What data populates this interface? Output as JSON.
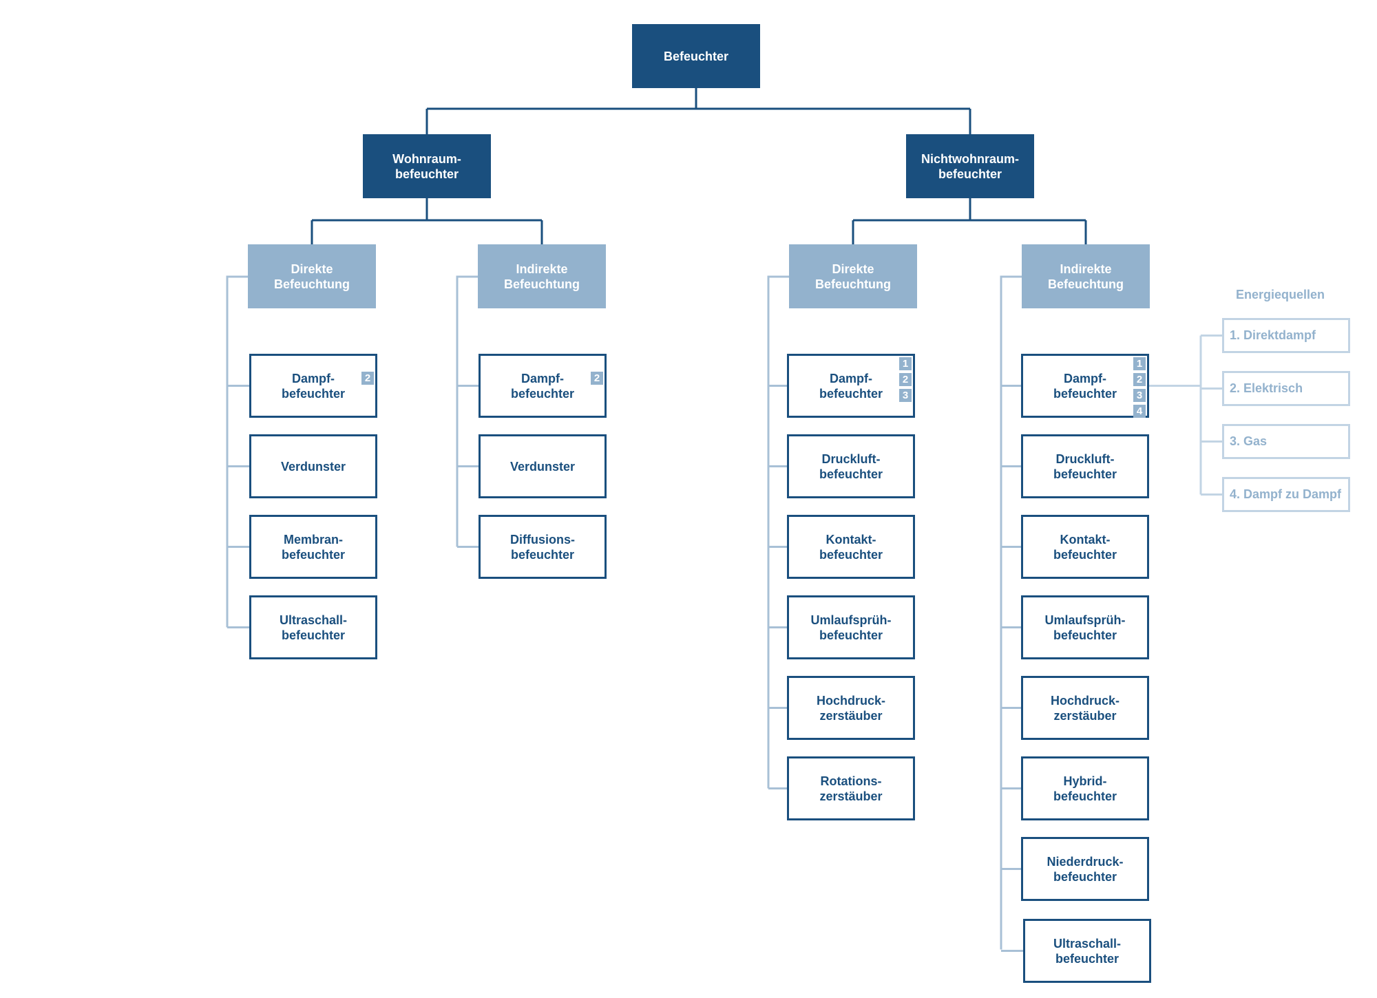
{
  "root": {
    "label": "Befeuchter"
  },
  "groups": [
    {
      "label": "Wohnraum-\nbefeuchter",
      "subgroups": [
        {
          "label": "Direkte\nBefeuchtung",
          "items": [
            {
              "label": "Dampf-\nbefeuchter",
              "badges": [
                "2"
              ]
            },
            {
              "label": "Verdunster",
              "badges": []
            },
            {
              "label": "Membran-\nbefeuchter",
              "badges": []
            },
            {
              "label": "Ultraschall-\nbefeuchter",
              "badges": []
            }
          ]
        },
        {
          "label": "Indirekte\nBefeuchtung",
          "items": [
            {
              "label": "Dampf-\nbefeuchter",
              "badges": [
                "2"
              ]
            },
            {
              "label": "Verdunster",
              "badges": []
            },
            {
              "label": "Diffusions-\nbefeuchter",
              "badges": []
            }
          ]
        }
      ]
    },
    {
      "label": "Nichtwohnraum-\nbefeuchter",
      "subgroups": [
        {
          "label": "Direkte\nBefeuchtung",
          "items": [
            {
              "label": "Dampf-\nbefeuchter",
              "badges": [
                "1",
                "2",
                "3"
              ]
            },
            {
              "label": "Druckluft-\nbefeuchter",
              "badges": []
            },
            {
              "label": "Kontakt-\nbefeuchter",
              "badges": []
            },
            {
              "label": "Umlaufsprüh-\nbefeuchter",
              "badges": []
            },
            {
              "label": "Hochdruck-\nzerstäuber",
              "badges": []
            },
            {
              "label": "Rotations-\nzerstäuber",
              "badges": []
            }
          ]
        },
        {
          "label": "Indirekte\nBefeuchtung",
          "items": [
            {
              "label": "Dampf-\nbefeuchter",
              "badges": [
                "1",
                "2",
                "3",
                "4"
              ]
            },
            {
              "label": "Druckluft-\nbefeuchter",
              "badges": []
            },
            {
              "label": "Kontakt-\nbefeuchter",
              "badges": []
            },
            {
              "label": "Umlaufsprüh-\nbefeuchter",
              "badges": []
            },
            {
              "label": "Hochdruck-\nzerstäuber",
              "badges": []
            },
            {
              "label": "Hybrid-\nbefeuchter",
              "badges": []
            },
            {
              "label": "Niederdruck-\nbefeuchter",
              "badges": []
            },
            {
              "label": "Ultraschall-\nbefeuchter",
              "badges": []
            }
          ]
        }
      ]
    }
  ],
  "energy_sources": {
    "title": "Energiequellen",
    "items": [
      "1. Direktdampf",
      "2. Elektrisch",
      "3. Gas",
      "4. Dampf zu Dampf"
    ]
  },
  "colors": {
    "dark": "#1a4f7e",
    "mid": "#93b2cd",
    "light_line": "#a8c0d6",
    "energy_border": "#c2d4e4"
  }
}
